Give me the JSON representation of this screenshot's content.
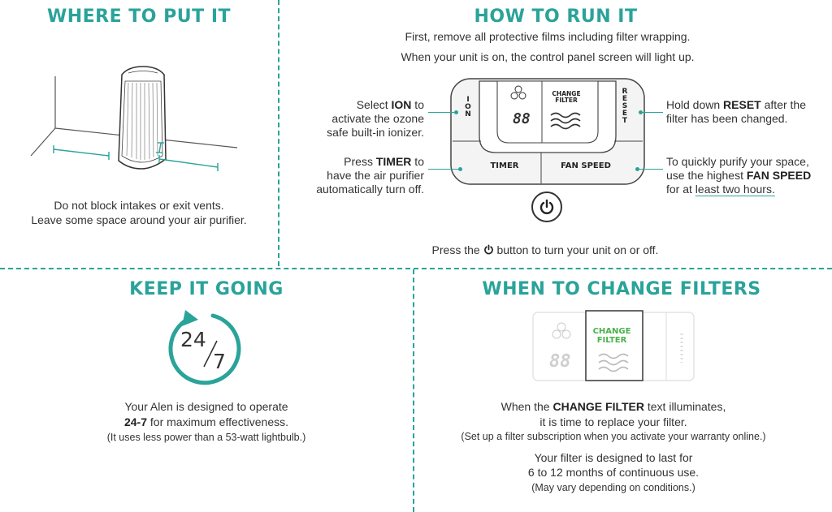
{
  "sections": {
    "where": {
      "title": "WHERE TO PUT IT",
      "line1": "Do not block intakes or exit vents.",
      "line2": "Leave some space around your air purifier."
    },
    "how": {
      "title": "HOW TO RUN IT",
      "intro1": "First, remove all protective films including filter wrapping.",
      "intro2": "When your unit is on, the control panel screen will light up.",
      "ion": {
        "pre": "Select ",
        "bold": "ION",
        "post": " to",
        "line2": "activate the ozone",
        "line3": "safe built-in ionizer."
      },
      "timer": {
        "pre": "Press ",
        "bold": "TIMER",
        "post": " to",
        "line2": "have the air purifier",
        "line3": "automatically turn off."
      },
      "reset": {
        "pre": "Hold down ",
        "bold": "RESET",
        "post": " after the",
        "line2": "filter has been changed."
      },
      "fan": {
        "line1": "To quickly purify your space,",
        "pre": "use the highest ",
        "bold": "FAN SPEED",
        "line3pre": "for at ",
        "line3u": "least two hours."
      },
      "power": {
        "pre": "Press the ",
        "post": " button to turn your unit on or off."
      },
      "panel": {
        "ion": "ION",
        "reset": "RESET",
        "change_filter_1": "CHANGE",
        "change_filter_2": "FILTER",
        "timer": "TIMER",
        "fan_speed": "FAN SPEED",
        "display": "88"
      }
    },
    "keep": {
      "title": "KEEP IT GOING",
      "badge_top": "24",
      "badge_bottom": "7",
      "line1": "Your Alen is designed to operate",
      "line2_bold": "24-7",
      "line2_post": " for maximum effectiveness.",
      "line3": "(It uses less power than a 53-watt lightbulb.)"
    },
    "change": {
      "title": "WHEN TO CHANGE FILTERS",
      "panel_label_1": "CHANGE",
      "panel_label_2": "FILTER",
      "panel_display": "88",
      "line1_pre": "When the ",
      "line1_bold": "CHANGE FILTER",
      "line1_post": " text illuminates,",
      "line2": "it is time to replace your filter.",
      "line3": "(Set up a filter subscription when you activate your warranty online.)",
      "line4": "Your filter is designed to last for",
      "line5": "6 to 12 months of continuous use.",
      "line6": "(May vary depending on conditions.)"
    }
  },
  "colors": {
    "accent": "#2aa39a",
    "change_filter_lit": "#48b34a",
    "text": "#333333"
  },
  "icons": [
    "power-icon",
    "air-purifier-illustration",
    "clock-arrow-icon",
    "fan-wave-icon",
    "fan-speed-icon"
  ]
}
